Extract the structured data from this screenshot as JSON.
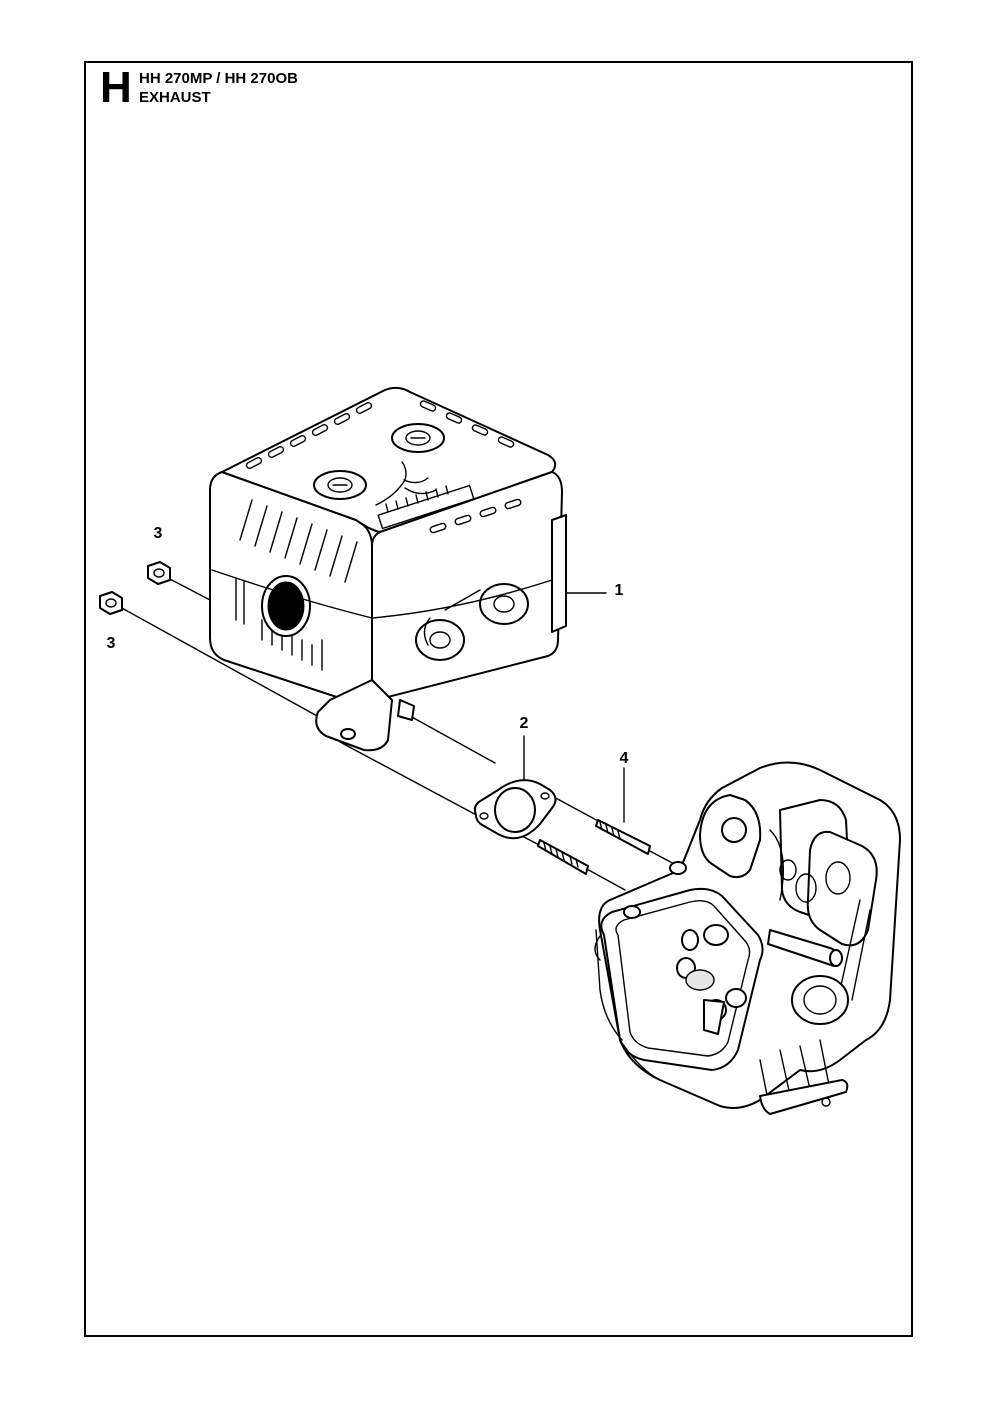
{
  "header": {
    "section_letter": "H",
    "models": "HH 270MP / HH 270OB",
    "section_title": "EXHAUST"
  },
  "callouts": [
    {
      "id": "muffler",
      "label": "1"
    },
    {
      "id": "gasket",
      "label": "2"
    },
    {
      "id": "nut-upper",
      "label": "3"
    },
    {
      "id": "nut-lower",
      "label": "3"
    },
    {
      "id": "stud",
      "label": "4"
    }
  ],
  "colors": {
    "line": "#000000",
    "background": "#ffffff"
  }
}
